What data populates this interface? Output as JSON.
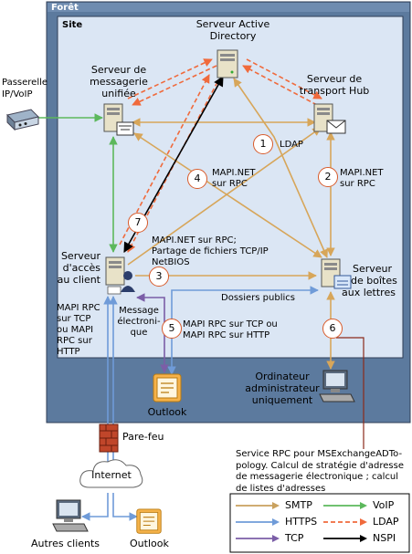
{
  "boxes": {
    "foret": "Forêt",
    "site": "Site"
  },
  "nodes": {
    "ad": [
      "Serveur Active",
      "Directory"
    ],
    "um": [
      "Serveur de",
      "messagerie",
      "unifiée"
    ],
    "hub": [
      "Serveur de",
      "transport Hub"
    ],
    "gateway": [
      "Passerelle",
      "IP/VoIP"
    ],
    "cas": [
      "Serveur",
      "d'accès",
      "au client"
    ],
    "mbx": [
      "Serveur",
      "de boîtes",
      "aux lettres"
    ],
    "admin": [
      "Ordinateur",
      "administrateur",
      "uniquement"
    ],
    "outlook_site": "Outlook",
    "firewall": "Pare-feu",
    "internet": "Internet",
    "other_clients": "Autres clients",
    "outlook_ext": "Outlook"
  },
  "labels": {
    "ldap": "LDAP",
    "mapi_net_2": [
      "MAPI.NET",
      "sur RPC"
    ],
    "mapi_net_4": [
      "MAPI.NET",
      "sur RPC"
    ],
    "cas_mbx_7": [
      "MAPI.NET sur RPC;",
      "Partage de fichiers TCP/IP",
      "NetBIOS"
    ],
    "public_folders": "Dossiers publics",
    "mapi_left": [
      "MAPI RPC",
      "sur TCP",
      "ou MAPI",
      "RPC sur",
      "HTTP"
    ],
    "email_msg": [
      "Message",
      "électroni-",
      "que"
    ],
    "mapi_5": [
      "MAPI RPC sur TCP ou",
      "MAPI RPC sur HTTP"
    ],
    "rpc_note": [
      "Service RPC pour MSExchangeADTo-",
      "pology. Calcul de stratégie d'adresse",
      "de messagerie électronique ; calcul",
      "de listes d'adresses"
    ]
  },
  "badges": [
    "1",
    "2",
    "3",
    "4",
    "5",
    "6",
    "7"
  ],
  "legend": [
    {
      "label": "SMTP",
      "color": "#c9a15e",
      "style": "solid"
    },
    {
      "label": "VoIP",
      "color": "#5cb85c",
      "style": "solid"
    },
    {
      "label": "HTTPS",
      "color": "#6f9bd8",
      "style": "solid"
    },
    {
      "label": "LDAP",
      "color": "#f06a3c",
      "style": "dashed"
    },
    {
      "label": "TCP",
      "color": "#7b5ea7",
      "style": "solid"
    },
    {
      "label": "NSPI",
      "color": "#000000",
      "style": "solid"
    }
  ],
  "colors": {
    "forest_bg": "#5c7a9e",
    "site_bg": "#dbe6f4",
    "smtp": "#d7a65a",
    "voip": "#5cb85c",
    "https": "#6f9bd8",
    "ldap": "#f06a3c",
    "tcp": "#7b5ea7",
    "nspi": "#000000",
    "badge_ring": "#d85a2a"
  }
}
